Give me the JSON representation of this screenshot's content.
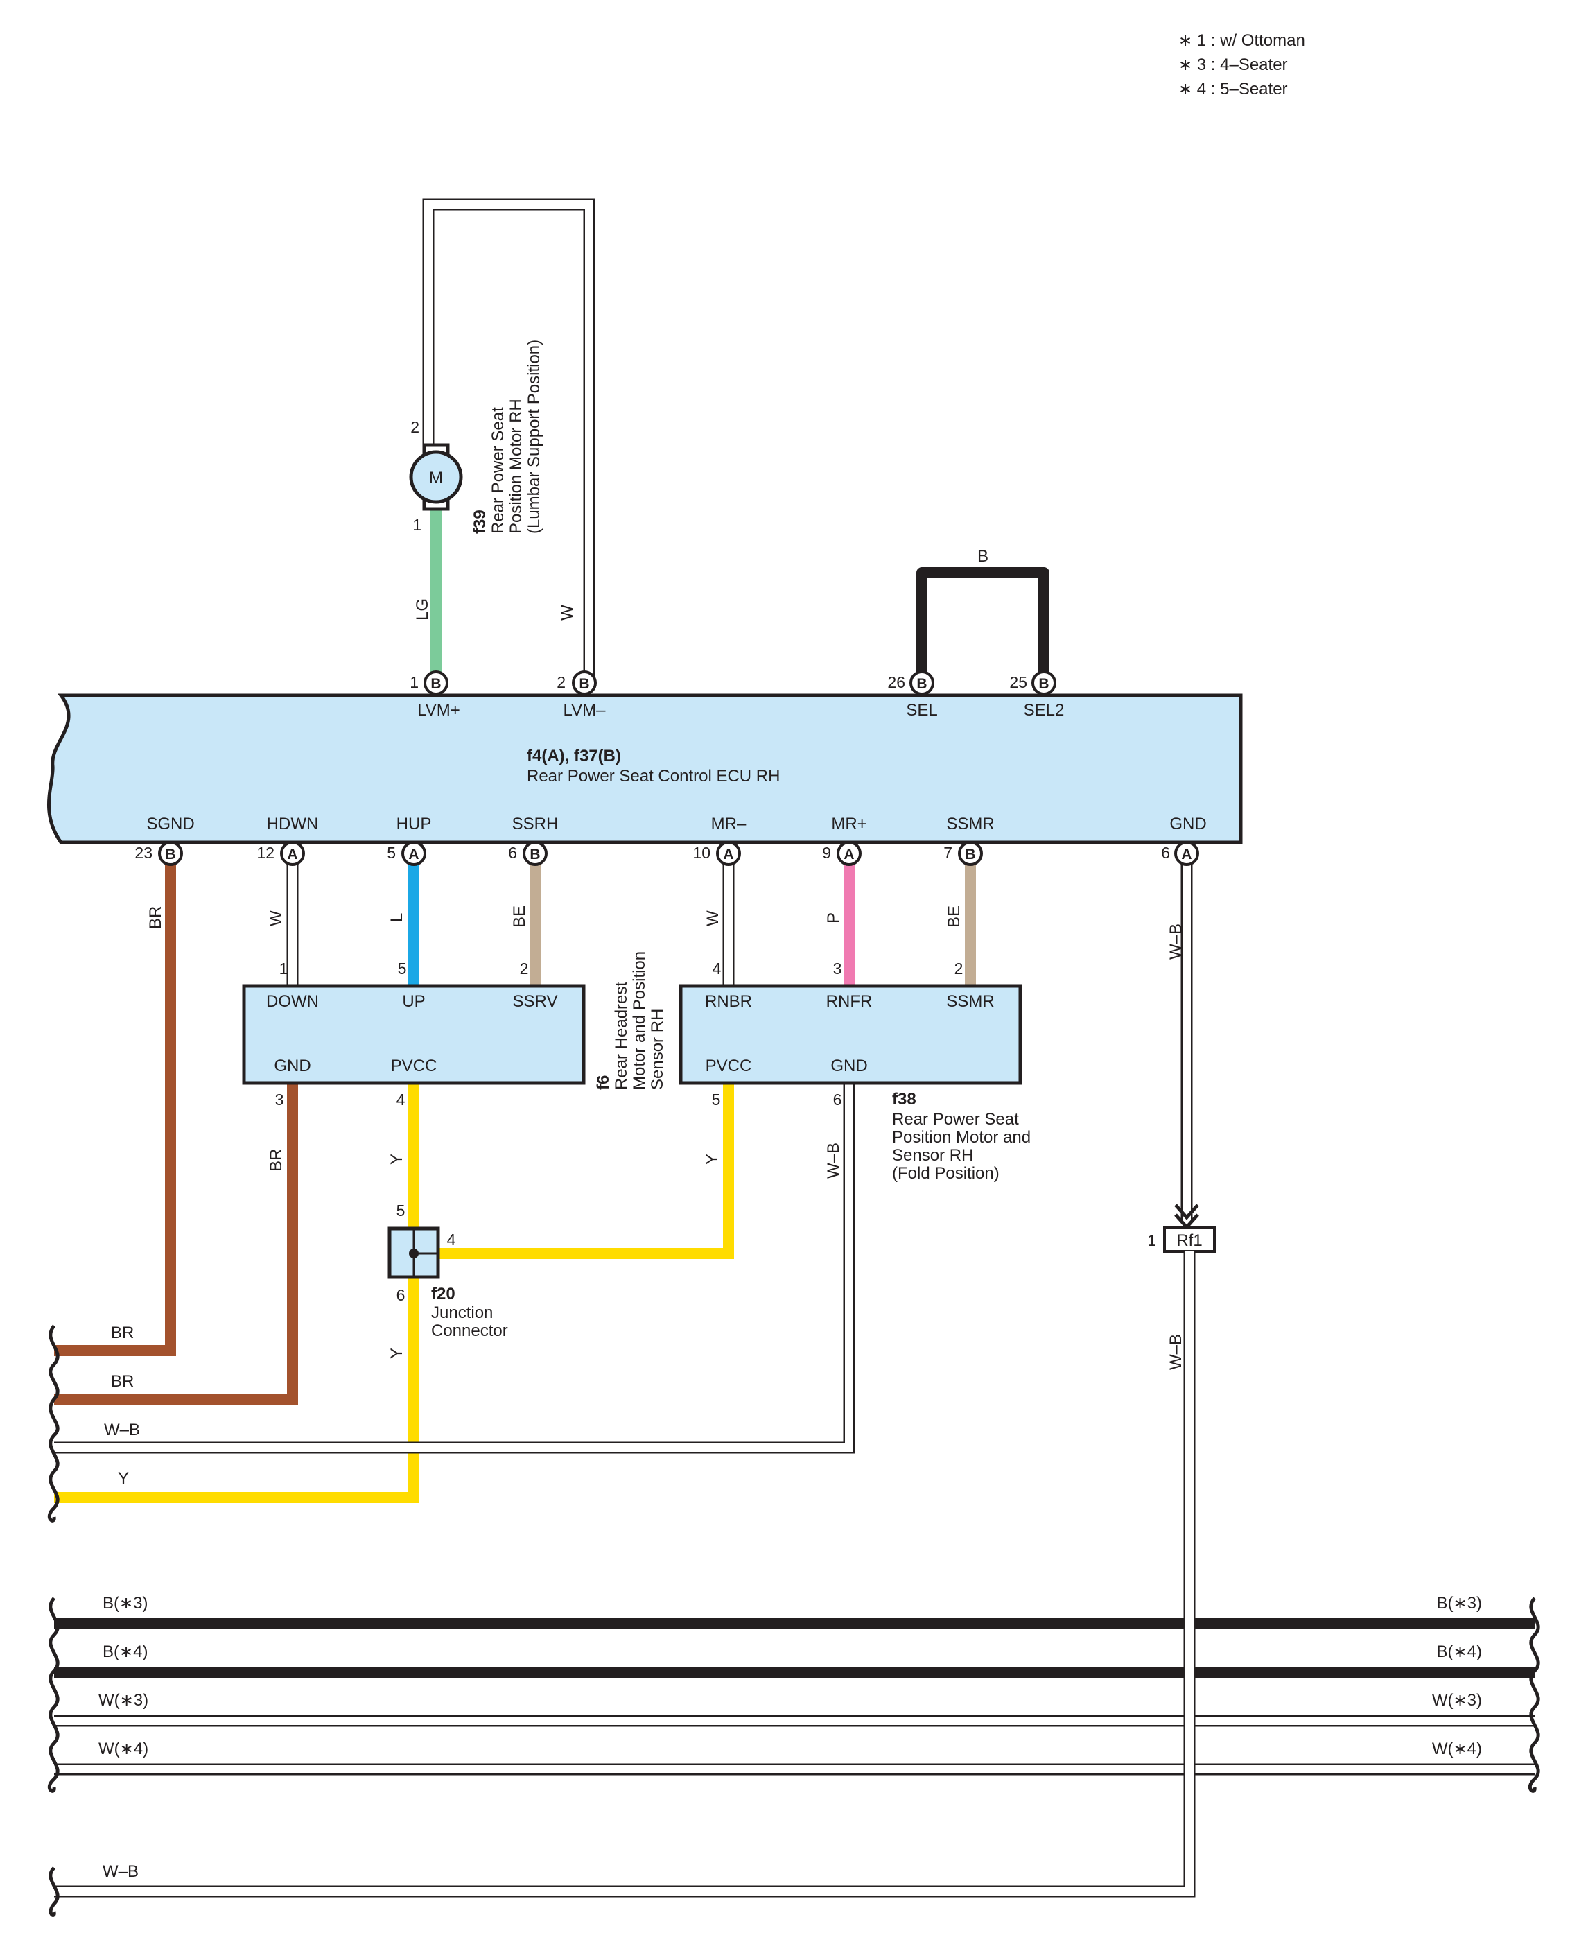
{
  "legend": [
    "∗ 1 : w/ Ottoman",
    "∗ 3 : 4–Seater",
    "∗ 4 : 5–Seater"
  ],
  "colors": {
    "LG": "#7ccb9a",
    "W": "#ffffff",
    "B": "#231f20",
    "BR": "#a3522d",
    "L": "#1ba8e6",
    "BE": "#c2ad94",
    "P": "#f07ab1",
    "Y": "#ffdc00",
    "W-B": "#ffffff",
    "box_fill": "#c9e7f8",
    "stroke": "#231f20"
  },
  "motor_f39": {
    "code": "f39",
    "name": [
      "Rear Power Seat",
      "Position Motor RH",
      "(Lumbar Support Position)"
    ],
    "symbol": "M",
    "pin_top": "2",
    "pin_bottom": "1"
  },
  "ecu": {
    "code": "f4(A), f37(B)",
    "name": "Rear Power Seat Control ECU RH",
    "top_pins": [
      {
        "num": "1",
        "conn": "B",
        "label": "LVM+",
        "wire": "LG"
      },
      {
        "num": "2",
        "conn": "B",
        "label": "LVM–",
        "wire": "W"
      },
      {
        "num": "26",
        "conn": "B",
        "label": "SEL",
        "wire": "B"
      },
      {
        "num": "25",
        "conn": "B",
        "label": "SEL2",
        "wire": "B"
      }
    ],
    "bottom_pins": [
      {
        "num": "23",
        "conn": "B",
        "label": "SGND",
        "wire": "BR"
      },
      {
        "num": "12",
        "conn": "A",
        "label": "HDWN",
        "wire": "W"
      },
      {
        "num": "5",
        "conn": "A",
        "label": "HUP",
        "wire": "L"
      },
      {
        "num": "6",
        "conn": "B",
        "label": "SSRH",
        "wire": "BE"
      },
      {
        "num": "10",
        "conn": "A",
        "label": "MR–",
        "wire": "W"
      },
      {
        "num": "9",
        "conn": "A",
        "label": "MR+",
        "wire": "P"
      },
      {
        "num": "7",
        "conn": "B",
        "label": "SSMR",
        "wire": "BE"
      },
      {
        "num": "6",
        "conn": "A",
        "label": "GND",
        "wire": "W–B"
      }
    ]
  },
  "sel_jumper_wire": "B",
  "headrest_f6": {
    "code": "f6",
    "name": [
      "Rear Headrest",
      "Motor and Position",
      "Sensor RH"
    ],
    "top_pins": [
      {
        "num": "1",
        "label": "DOWN"
      },
      {
        "num": "5",
        "label": "UP"
      },
      {
        "num": "2",
        "label": "SSRV"
      }
    ],
    "bottom_pins": [
      {
        "num": "3",
        "label": "GND",
        "wire": "BR"
      },
      {
        "num": "4",
        "label": "PVCC",
        "wire": "Y"
      }
    ]
  },
  "fold_f38": {
    "code": "f38",
    "name": [
      "Rear Power Seat",
      "Position Motor and",
      "Sensor RH",
      "(Fold Position)"
    ],
    "top_pins": [
      {
        "num": "4",
        "label": "RNBR"
      },
      {
        "num": "3",
        "label": "RNFR"
      },
      {
        "num": "2",
        "label": "SSMR"
      }
    ],
    "bottom_pins": [
      {
        "num": "5",
        "label": "PVCC",
        "wire": "Y"
      },
      {
        "num": "6",
        "label": "GND",
        "wire": "W–B"
      }
    ]
  },
  "junction_f20": {
    "code": "f20",
    "name": [
      "Junction",
      "Connector"
    ],
    "pin_top": "5",
    "pin_right": "4",
    "pin_bottom": "6",
    "wire_below": "Y"
  },
  "connector_rf1": {
    "label": "Rf1",
    "pin": "1",
    "wire_below": "W–B"
  },
  "left_exits": [
    "BR",
    "BR",
    "W–B",
    "Y"
  ],
  "bus_lines": [
    {
      "left": "B(∗3)",
      "right": "B(∗3)",
      "wire": "B"
    },
    {
      "left": "B(∗4)",
      "right": "B(∗4)",
      "wire": "B"
    },
    {
      "left": "W(∗3)",
      "right": "W(∗3)",
      "wire": "W"
    },
    {
      "left": "W(∗4)",
      "right": "W(∗4)",
      "wire": "W"
    }
  ],
  "bottom_exit": "W–B"
}
